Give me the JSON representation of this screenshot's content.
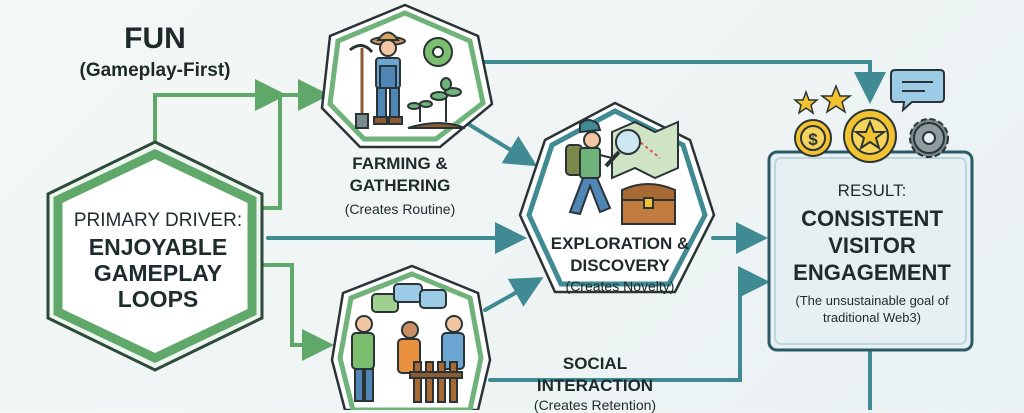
{
  "fun": {
    "title": "FUN",
    "subtitle": "(Gameplay-First)"
  },
  "driver": {
    "label": "PRIMARY DRIVER:",
    "main": "ENJOYABLE GAMEPLAY LOOPS"
  },
  "farming": {
    "title": "FARMING & GATHERING",
    "subtitle": "(Creates Routine)"
  },
  "exploration": {
    "title": "EXPLORATION & DISCOVERY",
    "subtitle": "(Creates Novelty)"
  },
  "social": {
    "title": "SOCIAL INTERACTION",
    "subtitle": "(Creates Retention)"
  },
  "result": {
    "label": "RESULT:",
    "main": "CONSISTENT VISITOR ENGAGEMENT",
    "note": "(The unsustainable goal of traditional Web3)"
  },
  "colors": {
    "green": "#5fa86a",
    "teal": "#3f8a93",
    "dark_outline": "#2a3436",
    "gold": "#f2c230",
    "result_fill": "#e6f0f2"
  }
}
